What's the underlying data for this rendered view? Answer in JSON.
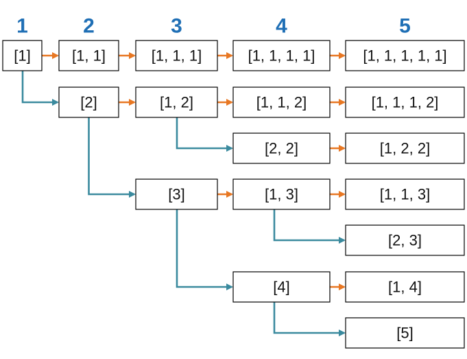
{
  "colors": {
    "header": "#1F6FB5",
    "append_one_edge": "#E87722",
    "increment_edge": "#3A8A9E",
    "box_border": "#000000"
  },
  "columns": [
    "1",
    "2",
    "3",
    "4",
    "5"
  ],
  "nodes": [
    {
      "id": "n1",
      "col": 1,
      "row": 0,
      "label": "[1]"
    },
    {
      "id": "n11",
      "col": 2,
      "row": 0,
      "label": "[1, 1]"
    },
    {
      "id": "n2",
      "col": 2,
      "row": 1,
      "label": "[2]"
    },
    {
      "id": "n111",
      "col": 3,
      "row": 0,
      "label": "[1, 1, 1]"
    },
    {
      "id": "n12",
      "col": 3,
      "row": 1,
      "label": "[1, 2]"
    },
    {
      "id": "n3",
      "col": 3,
      "row": 3,
      "label": "[3]"
    },
    {
      "id": "n1111",
      "col": 4,
      "row": 0,
      "label": "[1, 1, 1, 1]"
    },
    {
      "id": "n112",
      "col": 4,
      "row": 1,
      "label": "[1, 1, 2]"
    },
    {
      "id": "n22",
      "col": 4,
      "row": 2,
      "label": "[2, 2]"
    },
    {
      "id": "n13",
      "col": 4,
      "row": 3,
      "label": "[1, 3]"
    },
    {
      "id": "n4",
      "col": 4,
      "row": 5,
      "label": "[4]"
    },
    {
      "id": "n11111",
      "col": 5,
      "row": 0,
      "label": "[1, 1, 1, 1, 1]"
    },
    {
      "id": "n1112",
      "col": 5,
      "row": 1,
      "label": "[1, 1, 1, 2]"
    },
    {
      "id": "n122",
      "col": 5,
      "row": 2,
      "label": "[1, 2, 2]"
    },
    {
      "id": "n113",
      "col": 5,
      "row": 3,
      "label": "[1, 1, 3]"
    },
    {
      "id": "n23",
      "col": 5,
      "row": 4,
      "label": "[2, 3]"
    },
    {
      "id": "n14",
      "col": 5,
      "row": 5,
      "label": "[1, 4]"
    },
    {
      "id": "n5",
      "col": 5,
      "row": 6,
      "label": "[5]"
    }
  ],
  "edges": [
    {
      "from": "n1",
      "to": "n11",
      "kind": "append_one"
    },
    {
      "from": "n11",
      "to": "n111",
      "kind": "append_one"
    },
    {
      "from": "n111",
      "to": "n1111",
      "kind": "append_one"
    },
    {
      "from": "n1111",
      "to": "n11111",
      "kind": "append_one"
    },
    {
      "from": "n2",
      "to": "n12",
      "kind": "append_one"
    },
    {
      "from": "n12",
      "to": "n112",
      "kind": "append_one"
    },
    {
      "from": "n112",
      "to": "n1112",
      "kind": "append_one"
    },
    {
      "from": "n22",
      "to": "n122",
      "kind": "append_one"
    },
    {
      "from": "n3",
      "to": "n13",
      "kind": "append_one"
    },
    {
      "from": "n13",
      "to": "n113",
      "kind": "append_one"
    },
    {
      "from": "n4",
      "to": "n14",
      "kind": "append_one"
    },
    {
      "from": "n1",
      "to": "n2",
      "kind": "increment"
    },
    {
      "from": "n2",
      "to": "n3",
      "kind": "increment"
    },
    {
      "from": "n12",
      "to": "n22",
      "kind": "increment"
    },
    {
      "from": "n3",
      "to": "n4",
      "kind": "increment"
    },
    {
      "from": "n13",
      "to": "n23",
      "kind": "increment"
    },
    {
      "from": "n4",
      "to": "n5",
      "kind": "increment"
    }
  ]
}
